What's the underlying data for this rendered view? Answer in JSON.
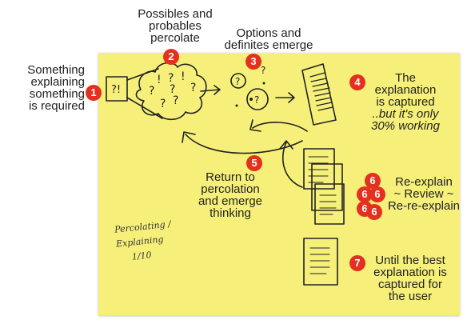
{
  "labels": {
    "step1": [
      "Something",
      "explaining",
      "something",
      "is required"
    ],
    "step2": [
      "Possibles and",
      "probables",
      "percolate"
    ],
    "step3": [
      "Options and",
      "definites emerge"
    ],
    "step4": [
      "The",
      "explanation",
      "is captured"
    ],
    "step4_aside": [
      "..but it's only",
      "30% working"
    ],
    "step5": [
      "Return to",
      "percolation",
      "and emerge",
      "thinking"
    ],
    "step6": [
      "Re-explain",
      "~ Review ~",
      "Re-re-explain"
    ],
    "step7": [
      "Until the best",
      "explanation is",
      "captured for",
      "the user"
    ]
  },
  "badges": {
    "b1": "1",
    "b2": "2",
    "b3": "3",
    "b4": "4",
    "b5": "5",
    "b6a": "6",
    "b6b": "6",
    "b6c": "6",
    "b6d": "6",
    "b6e": "6",
    "b7": "7"
  },
  "note": [
    "Percolating /",
    "Explaining",
    "1/10"
  ],
  "sketch": {
    "box_text": "?!",
    "cloud_marks": [
      "!",
      "?",
      "!",
      "?",
      "?",
      "?",
      "?",
      "?"
    ],
    "option_marks": [
      "?",
      "?",
      "?"
    ]
  },
  "colors": {
    "sticky": "#f6f07a",
    "badge": "#e4301e",
    "ink": "#222222"
  }
}
